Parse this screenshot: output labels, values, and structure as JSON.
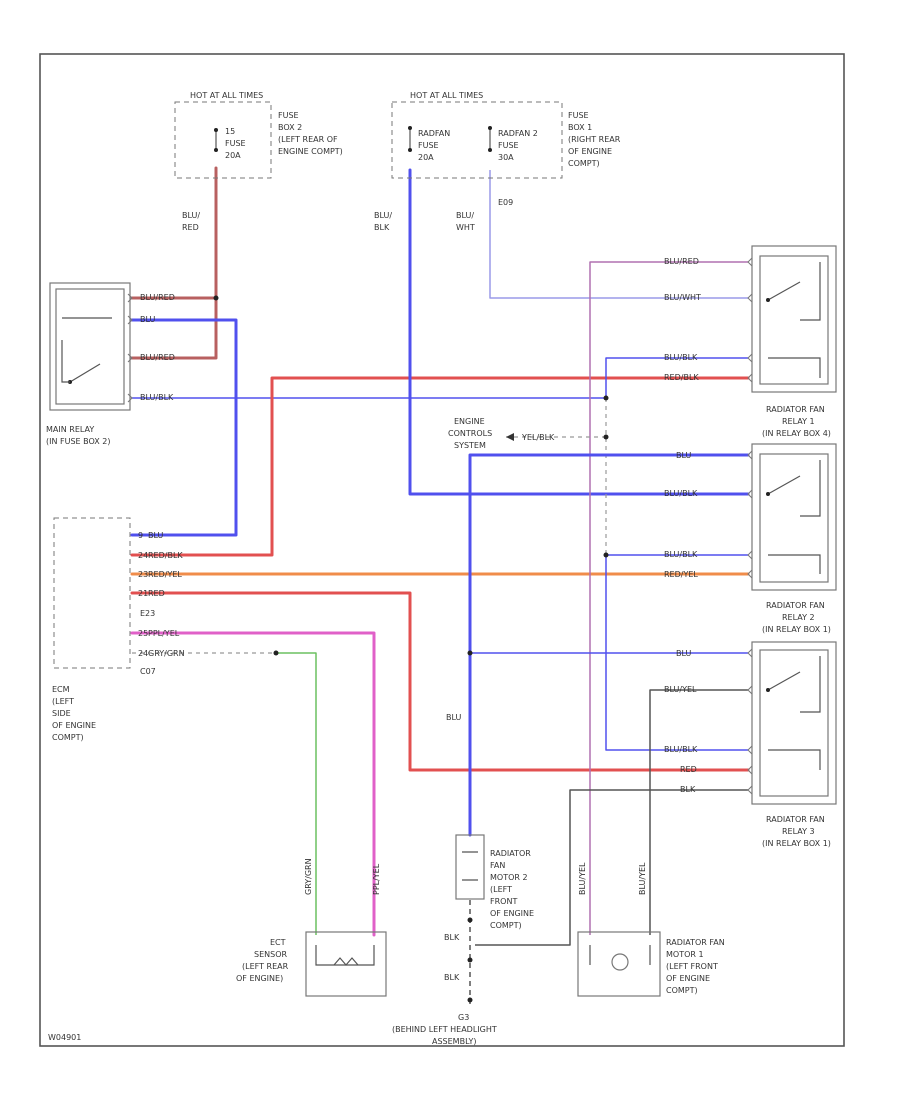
{
  "labels": {
    "hot_at_all_times_left": "HOT AT ALL TIMES",
    "hot_at_all_times_right": "HOT AT ALL TIMES",
    "fuse_15": [
      "15",
      "FUSE",
      "20A"
    ],
    "fuse_box_2": [
      "FUSE",
      "BOX 2",
      "(LEFT REAR OF",
      "ENGINE COMPT)"
    ],
    "radfan_fuse_1": [
      "RADFAN",
      "FUSE",
      "20A"
    ],
    "radfan_fuse_2": [
      "RADFAN 2",
      "FUSE",
      "30A"
    ],
    "fuse_box_1": [
      "FUSE",
      "BOX 1",
      "(RIGHT REAR",
      "OF ENGINE",
      "COMPT)"
    ],
    "wire_blu_red": [
      "BLU/",
      "RED"
    ],
    "wire_blu_blk": [
      "BLU/",
      "BLK"
    ],
    "wire_blu_wht": [
      "BLU/",
      "WHT"
    ],
    "e09": "E09",
    "main_relay": [
      "MAIN RELAY",
      "(IN FUSE BOX 2)"
    ],
    "main_relay_pins": [
      "BLU/RED",
      "BLU",
      "BLU/RED",
      "BLU/BLK"
    ],
    "relay1": [
      "RADIATOR FAN",
      "RELAY 1",
      "(IN RELAY BOX 4)"
    ],
    "relay1_pins": [
      "BLU/RED",
      "BLU/WHT",
      "BLU/BLK",
      "RED/BLK"
    ],
    "relay2": [
      "RADIATOR FAN",
      "RELAY 2",
      "(IN RELAY BOX 1)"
    ],
    "relay2_pins": [
      "BLU",
      "BLU/BLK",
      "BLU/BLK",
      "RED/YEL"
    ],
    "relay3": [
      "RADIATOR FAN",
      "RELAY 3",
      "(IN RELAY BOX 1)"
    ],
    "relay3_pins": [
      "BLU",
      "BLU/YEL",
      "BLU/BLK",
      "RED",
      "BLK"
    ],
    "engine_controls": [
      "ENGINE",
      "CONTROLS",
      "SYSTEM"
    ],
    "engine_controls_wire": "YEL/BLK",
    "ecm_pins": [
      "BLU",
      "RED/BLK",
      "RED/YEL",
      "RED",
      "PPL/YEL",
      "GRY/GRN"
    ],
    "ecm_pin_nums": [
      "9",
      "24",
      "23",
      "21",
      "25",
      "24"
    ],
    "ecm_connectors": [
      "E23",
      "C07"
    ],
    "ecm": [
      "ECM",
      "(LEFT",
      "SIDE",
      "OF ENGINE",
      "COMPT)"
    ],
    "ect_sensor": [
      "ECT",
      "SENSOR",
      "(LEFT REAR",
      "OF ENGINE)"
    ],
    "ect_wires": [
      "GRY/GRN",
      "PPL/YEL"
    ],
    "fan_motor_2": [
      "RADIATOR",
      "FAN",
      "MOTOR 2",
      "(LEFT",
      "FRONT",
      "OF ENGINE",
      "COMPT)"
    ],
    "fan_motor_1": [
      "RADIATOR FAN",
      "MOTOR 1",
      "(LEFT FRONT",
      "OF ENGINE",
      "COMPT)"
    ],
    "fan_motor_1_wires": [
      "BLU/YEL",
      "BLU/YEL"
    ],
    "wire_blu": "BLU",
    "wire_blk_1": "BLK",
    "wire_blk_2": "BLK",
    "ground": [
      "G3",
      "(BEHIND LEFT HEADLIGHT",
      "ASSEMBLY)"
    ],
    "diagram_code": "W04901"
  },
  "colors": {
    "blu": "#5050ee",
    "blu_wht": "#9a9ae8",
    "red": "#e25050",
    "red_dark": "#b86060",
    "red_yel": "#f08c4a",
    "ppl": "#e060c8",
    "grn": "#6cc060",
    "blk": "#555555",
    "ppl_thin": "#b070b0"
  }
}
